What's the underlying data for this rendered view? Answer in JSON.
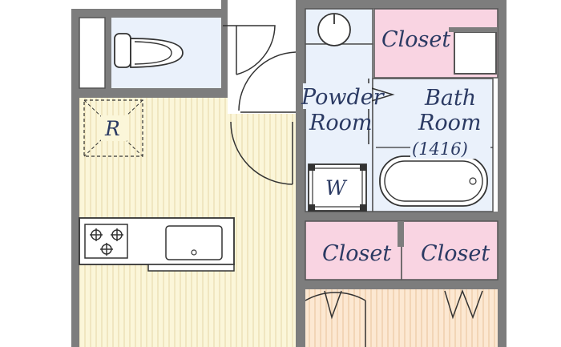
{
  "rooms": {
    "closet_upper": "Closet",
    "powder_room_line1": "Powder",
    "powder_room_line2": "Room",
    "bath_room_line1": "Bath",
    "bath_room_line2": "Room",
    "bath_room_size": "(1416)",
    "closet_left": "Closet",
    "closet_right": "Closet"
  },
  "fixtures": {
    "refrigerator_label": "R",
    "washer_label": "W",
    "toilet_icon": "toilet-icon",
    "sink_icon": "wash-basin-icon",
    "stove_icon": "gas-stove-icon",
    "kitchen_sink_icon": "kitchen-sink-icon",
    "bathtub_icon": "bathtub-icon"
  },
  "colors": {
    "wall": "#7d7d7d",
    "kitchen_floor": "#fbf6d9",
    "kitchen_stripe": "#e8dcb0",
    "wet_area": "#eaf1fb",
    "closet": "#f9d4e2",
    "room_floor": "#fce8d2",
    "room_stripe": "#ecc9a4",
    "label_text": "#2b3a63"
  }
}
